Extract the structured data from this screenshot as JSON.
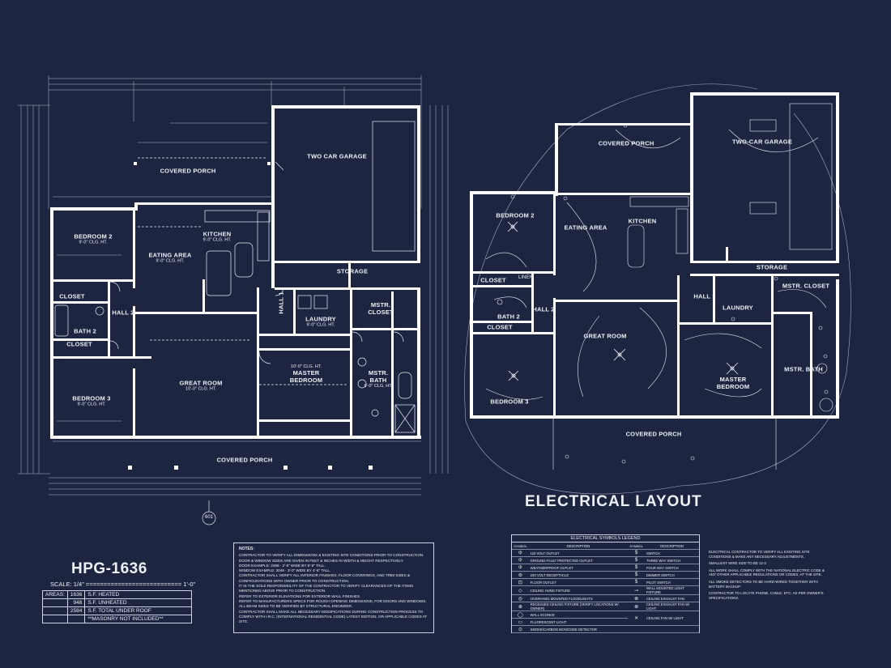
{
  "plan_id": "HPG-1636",
  "scale": "SCALE: 1/4\" =========================== 1'-0\"",
  "detail_tag": "601",
  "electrical_title": "ELECTRICAL LAYOUT",
  "floor_plan": {
    "rooms": [
      {
        "name": "BEDROOM 2",
        "sub": "9'-0\" CLG. HT."
      },
      {
        "name": "EATING AREA",
        "sub": "9'-0\" CLG. HT."
      },
      {
        "name": "KITCHEN",
        "sub": "9'-0\" CLG. HT."
      },
      {
        "name": "COVERED PORCH",
        "sub": ""
      },
      {
        "name": "TWO CAR GARAGE",
        "sub": ""
      },
      {
        "name": "STORAGE",
        "sub": ""
      },
      {
        "name": "CLOSET",
        "sub": ""
      },
      {
        "name": "HALL 2",
        "sub": ""
      },
      {
        "name": "BATH 2",
        "sub": ""
      },
      {
        "name": "CLOSET",
        "sub": ""
      },
      {
        "name": "HALL 1",
        "sub": ""
      },
      {
        "name": "LAUNDRY",
        "sub": "9'-0\" CLG. HT."
      },
      {
        "name": "MSTR. CLOSET",
        "sub": ""
      },
      {
        "name": "MASTER BEDROOM",
        "sub": "10'-0\" CLG. HT."
      },
      {
        "name": "MSTR. BATH",
        "sub": "9'-0\" CLG. HT."
      },
      {
        "name": "GREAT ROOM",
        "sub": "10'-0\" CLG. HT."
      },
      {
        "name": "BEDROOM 3",
        "sub": "9'-0\" CLG. HT."
      },
      {
        "name": "COVERED PORCH",
        "sub": ""
      }
    ]
  },
  "electrical_plan": {
    "rooms": [
      {
        "name": "COVERED PORCH"
      },
      {
        "name": "TWO-CAR GARAGE"
      },
      {
        "name": "BEDROOM 2"
      },
      {
        "name": "EATING AREA"
      },
      {
        "name": "KITCHEN"
      },
      {
        "name": "STORAGE"
      },
      {
        "name": "CLOSET"
      },
      {
        "name": "LINEN"
      },
      {
        "name": "MSTR. CLOSET"
      },
      {
        "name": "HALL 1"
      },
      {
        "name": "LAUNDRY"
      },
      {
        "name": "BATH 2"
      },
      {
        "name": "HALL 2"
      },
      {
        "name": "CLOSET"
      },
      {
        "name": "GREAT ROOM"
      },
      {
        "name": "MASTER BEDROOM"
      },
      {
        "name": "MSTR. BATH"
      },
      {
        "name": "BEDROOM 3"
      },
      {
        "name": "COVERED PORCH"
      }
    ]
  },
  "notes": {
    "heading": "NOTES:",
    "lines": [
      "CONTRACTOR TO VERIFY ALL DIMENSIONS & EXISTING SITE CONDITIONS PRIOR TO CONSTRUCTION.",
      "DOOR & WINDOW SIZES ARE GIVEN IN FEET & INCHES IN WIDTH & HEIGHT RESPECTIVELY.",
      "DOOR EXAMPLE: 2068 - 2'-6\" WIDE BY 6'-8\" TALL.",
      "WINDOW EXAMPLE: 3046 - 3'-0\" WIDE BY 4'-6\" TALL.",
      "CONTRACTOR SHALL VERIFY ALL INTERIOR FINISHES, FLOOR COVERINGS, AND TRIM SIZES & CONFIGURATIONS WITH OWNER PRIOR TO CONSTRUCTION.",
      "IT IS THE SOLE RESPONSIBILITY OF THE CONTRACTOR TO VERIFY CLEARANCES OF THE ITEMS MENTIONED ABOVE PRIOR TO CONSTRUCTION.",
      "REFER TO EXTERIOR ELEVATIONS FOR EXTERIOR WALL FINISHES.",
      "REFER TO MANUFACTURERS SPECS FOR ROUGH OPENING DIMENSIONS, FOR DOORS AND WINDOWS.",
      "ALL BEAM SIZES TO BE VERIFIED BY STRUCTURAL ENGINEER.",
      "CONTRACTOR SHALL MAKE ALL NECESSARY MODIFICATIONS DURING CONSTRUCTION PROCESS TO COMPLY WITH I.R.C. (INTERNATIONAL RESIDENTIAL CODE) LATEST EDITION, OR APPLICABLE CODES AT SITE."
    ]
  },
  "areas": {
    "label": "AREAS:",
    "rows": [
      {
        "value": "1636",
        "desc": "S.F. HEATED"
      },
      {
        "value": "948",
        "desc": "S.F. UNHEATED"
      },
      {
        "value": "2584",
        "desc": "S.F. TOTAL UNDER ROOF"
      }
    ],
    "footnote": "**MASONRY NOT INCLUDED**"
  },
  "legend": {
    "title": "ELECTRICAL SYMBOLS LEGEND",
    "headers": [
      "SYMBOL",
      "DESCRIPTION",
      "SYMBOL",
      "DESCRIPTION"
    ],
    "left": [
      {
        "sym": "⦶",
        "desc": "110 VOLT OUTLET"
      },
      {
        "sym": "⦶",
        "desc": "GROUND FAULT PROTECTED OUTLET"
      },
      {
        "sym": "⦶",
        "desc": "WEATHERPROOF OUTLET"
      },
      {
        "sym": "⊜",
        "desc": "220 VOLT RECEPTACLE"
      },
      {
        "sym": "⊡",
        "desc": "FLOOR OUTLET"
      },
      {
        "sym": "◇",
        "desc": "CEILING HUNG FIXTURE"
      },
      {
        "sym": "◎",
        "desc": "OVERHANG MOUNTED FLOODLIGHTS"
      },
      {
        "sym": "⊕",
        "desc": "RECESSED CEILING FIXTURE (VERIFY LOCATIONS W/ OWNER)"
      },
      {
        "sym": "◯",
        "desc": "WALL SCONCE"
      },
      {
        "sym": "▭",
        "desc": "FLUORESCENT LIGHT"
      },
      {
        "sym": "⊙",
        "desc": "SMOKE/CARBON MONOXIDE DETECTOR"
      }
    ],
    "right": [
      {
        "sym": "$",
        "desc": "SWITCH"
      },
      {
        "sym": "$",
        "desc": "THREE WAY SWITCH"
      },
      {
        "sym": "$",
        "desc": "FOUR WAY SWITCH"
      },
      {
        "sym": "$",
        "desc": "DIMMER SWITCH"
      },
      {
        "sym": "$",
        "desc": "PILOT SWITCH"
      },
      {
        "sym": "⊸",
        "desc": "WALL MOUNTED LIGHT FIXTURE"
      },
      {
        "sym": "⊗",
        "desc": "CEILING EXHAUST FAN"
      },
      {
        "sym": "⊗",
        "desc": "CEILING EXHAUST FAN W/ LIGHT"
      },
      {
        "sym": "✕",
        "desc": "CEILING FAN W/ LIGHT"
      }
    ]
  },
  "electrical_notes": [
    "ELECTRICAL CONTRACTOR TO VERIFY ALL EXISTING SITE CONDITIONS & MAKE ANY NECESSARY ADJUSTMENTS.",
    "SMALLEST WIRE SIZE TO BE 12-2.",
    "ALL WORK SHALL COMPLY WITH THE NATIONAL ELECTRIC CODE & ANY OTHER APPLICABLE REGULATIONS OR CODES, AT THE SITE.",
    "ALL SMOKE DETECTORS TO BE HARD-WIRED TOGETHER WITH BATTERY BACKUP.",
    "CONTRACTOR TO LOCATE PHONE, CABLE, ETC. AS PER OWNER'S SPECIFICATIONS."
  ],
  "colors": {
    "background": "#1d2541",
    "linework": "#e9ecf3",
    "walls": "#ffffff"
  }
}
